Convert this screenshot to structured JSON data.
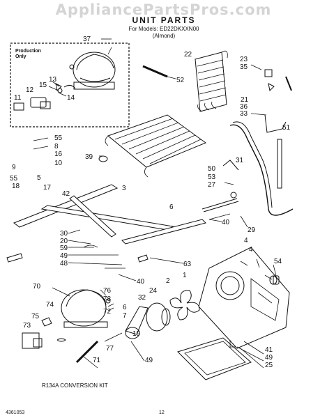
{
  "header": {
    "watermark": "AppliancePartsPros.com",
    "title": "UNIT PARTS",
    "models": "For Models: ED22DKXXN00",
    "color": "(Almond)"
  },
  "production_box": {
    "label_line1": "Production",
    "label_line2": "Only"
  },
  "kit_label": "R134A CONVERSION KIT",
  "footer": {
    "part_number": "4361053",
    "page": "12"
  },
  "callouts": [
    "37",
    "22",
    "23",
    "35",
    "52",
    "13",
    "15",
    "12",
    "14",
    "11",
    "21",
    "36",
    "33",
    "55",
    "9",
    "8",
    "16",
    "39",
    "10",
    "5",
    "3",
    "55",
    "18",
    "17",
    "42",
    "51",
    "31",
    "50",
    "53",
    "27",
    "6",
    "40",
    "29",
    "30",
    "20",
    "59",
    "49",
    "48",
    "63",
    "1",
    "2",
    "54",
    "40",
    "70",
    "76",
    "74",
    "75",
    "78",
    "73",
    "71",
    "77",
    "72",
    "24",
    "6",
    "4",
    "41",
    "49",
    "25",
    "49",
    "7",
    "32",
    "4",
    "19"
  ],
  "icons": [
    "compressor-icon",
    "condenser-coil-icon",
    "evaporator-coil-icon",
    "fan-motor-icon",
    "fan-blade-icon",
    "drain-pan-icon",
    "tubing-icon",
    "relay-icon"
  ]
}
